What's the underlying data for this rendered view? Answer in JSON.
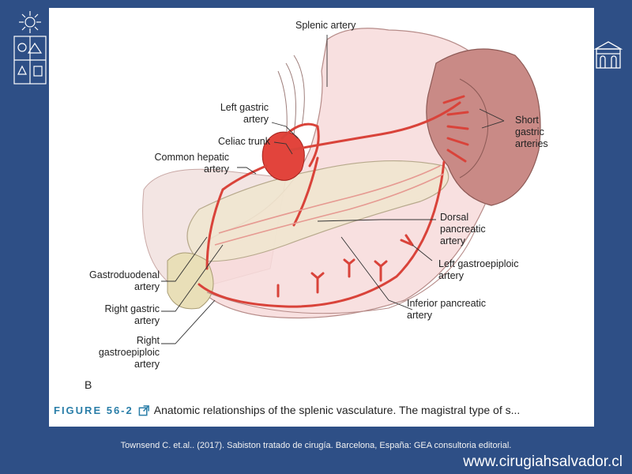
{
  "figure": {
    "labels": {
      "splenic_artery": "Splenic artery",
      "left_gastric_1": "Left gastric",
      "left_gastric_2": "artery",
      "celiac_trunk": "Celiac trunk",
      "common_hepatic_1": "Common hepatic",
      "common_hepatic_2": "artery",
      "short_gastric_1": "Short",
      "short_gastric_2": "gastric",
      "short_gastric_3": "arteries",
      "dorsal_pancreatic_1": "Dorsal",
      "dorsal_pancreatic_2": "pancreatic",
      "dorsal_pancreatic_3": "artery",
      "left_gastroepiploic_1": "Left gastroepiploic",
      "left_gastroepiploic_2": "artery",
      "gastroduodenal_1": "Gastroduodenal",
      "gastroduodenal_2": "artery",
      "right_gastric_1": "Right gastric",
      "right_gastric_2": "artery",
      "right_gastroepiploic_1": "Right",
      "right_gastroepiploic_2": "gastroepiploic",
      "right_gastroepiploic_3": "artery",
      "inferior_pancreatic_1": "Inferior pancreatic",
      "inferior_pancreatic_2": "artery",
      "panel_letter": "B"
    },
    "caption_label": "FIGURE 56-2",
    "caption_text": "Anatomic relationships of the splenic vasculature. The magistral type of s..."
  },
  "citation": "Townsend C. et.al.. (2017). Sabiston tratado de cirugía. Barcelona, España: GEA consultoria editorial.",
  "site_url": "www.cirugiahsalvador.cl",
  "colors": {
    "background": "#2e4f86",
    "artery": "#d9433a",
    "stomach": "#f6dcdc",
    "spleen": "#c98a86",
    "pancreas": "#efe6cf",
    "caption_label": "#2a7ea8"
  }
}
